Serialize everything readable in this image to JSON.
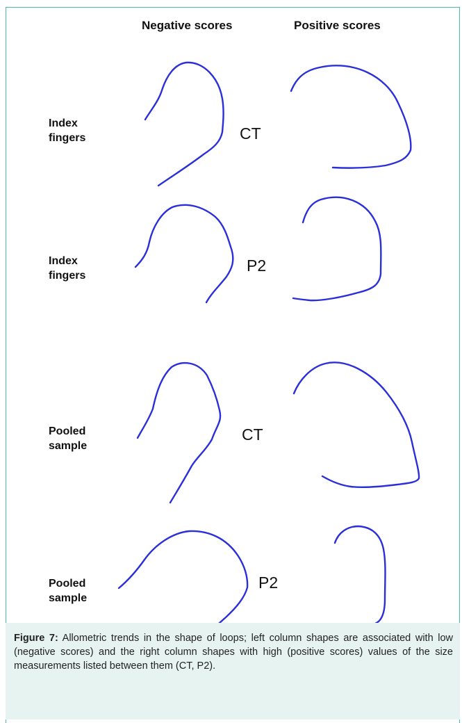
{
  "columns": {
    "negative": "Negative scores",
    "positive": "Positive scores"
  },
  "rows": [
    {
      "label_line1": "Index",
      "label_line2": "fingers",
      "measure": "CT"
    },
    {
      "label_line1": "Index",
      "label_line2": "fingers",
      "measure": "P2"
    },
    {
      "label_line1": "Pooled",
      "label_line2": "sample",
      "measure": "CT"
    },
    {
      "label_line1": "Pooled",
      "label_line2": "sample",
      "measure": "P2"
    }
  ],
  "caption": {
    "label": "Figure 7:",
    "text": " Allometric trends in the shape of loops; left column shapes are associated with low (negative scores) and the right column shapes with high (positive scores) values of the size measurements listed between them (CT, P2)."
  },
  "colors": {
    "loop_stroke": "#2b2fd9",
    "frame_border": "#49b9a8",
    "caption_background": "#e6f3f1"
  }
}
